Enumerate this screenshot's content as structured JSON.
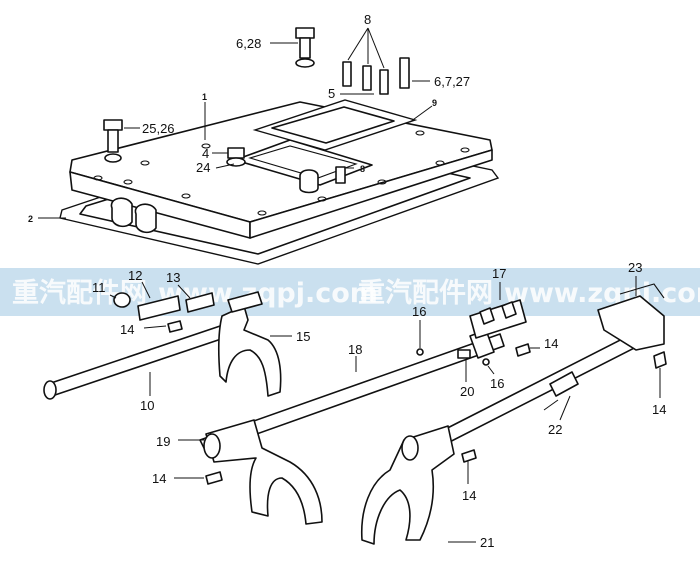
{
  "watermark": {
    "text_1": "重汽配件网",
    "text_2": "www.zqpj.com",
    "text_3": "重汽配件网",
    "text_4": "www.zqpj.com",
    "band_color": "#b8d6ea"
  },
  "callouts": {
    "c_6_28": "6,28",
    "c_8_top": "8",
    "c_5": "5",
    "c_6_7_27": "6,7,27",
    "c_1": "1",
    "c_9": "9",
    "c_25_26": "25,26",
    "c_4": "4",
    "c_24": "24",
    "c_8_mid": "8",
    "c_2": "2",
    "c_11": "11",
    "c_12": "12",
    "c_13": "13",
    "c_14_a": "14",
    "c_15": "15",
    "c_10": "10",
    "c_16_a": "16",
    "c_17": "17",
    "c_18": "18",
    "c_14_b": "14",
    "c_20": "20",
    "c_16_b": "16",
    "c_23": "23",
    "c_14_c": "14",
    "c_22": "22",
    "c_19": "19",
    "c_14_d": "14",
    "c_14_e": "14",
    "c_21": "21"
  }
}
